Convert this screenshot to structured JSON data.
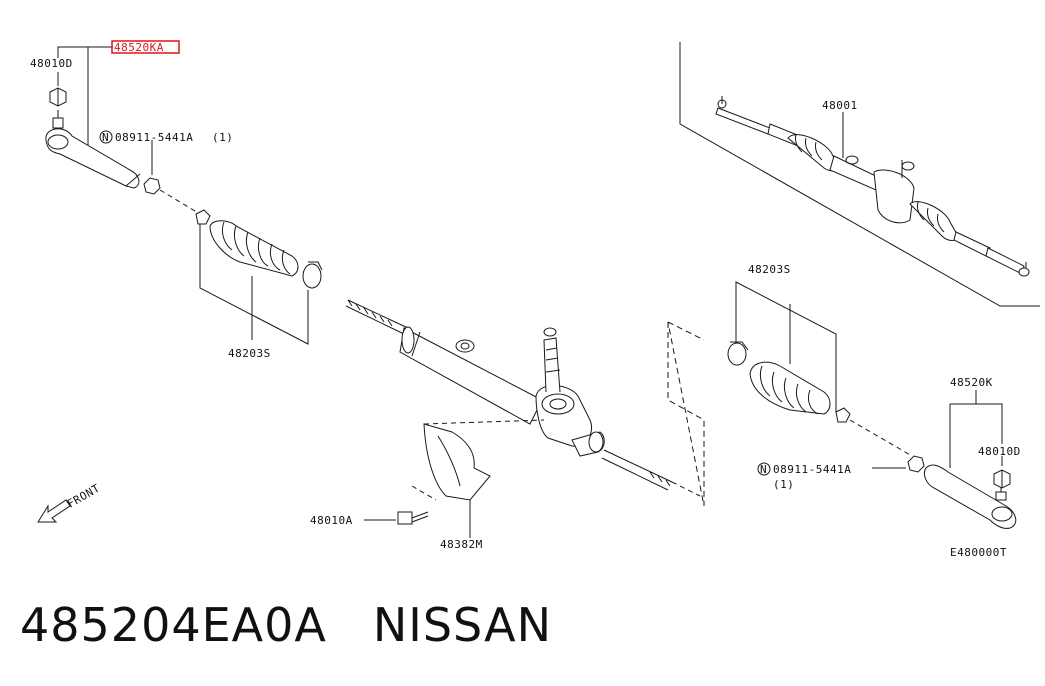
{
  "parts": {
    "tie_rod_end_left": "48520KA",
    "lock_nut_left": "48010D",
    "nut_left": "08911-5441A",
    "nut_left_qty": "(1)",
    "boot_left": "48203S",
    "steering_gear_assy": "48001",
    "boot_right": "48203S",
    "tie_rod_end_right": "48520K",
    "lock_nut_right": "48010D",
    "nut_right": "08911-5441A",
    "nut_right_qty": "(1)",
    "bolt": "48010A",
    "insulator": "48382M",
    "diagram_code": "E480000T",
    "front_label": "FRONT",
    "circle_n": "N"
  },
  "caption": {
    "part_number": "485204EA0A",
    "brand": "NISSAN"
  },
  "colors": {
    "line": "#1a1a1a",
    "highlight": "#e0121b"
  }
}
